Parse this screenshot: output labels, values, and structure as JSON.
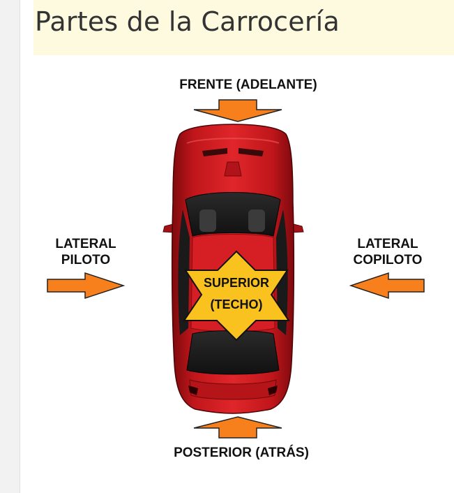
{
  "header": {
    "title": "Partes de la Carrocería"
  },
  "diagram": {
    "front_label": "FRENTE (ADELANTE)",
    "rear_label": "POSTERIOR (ATRÁS)",
    "left_label_line1": "LATERAL",
    "left_label_line2": "PILOTO",
    "right_label_line1": "LATERAL",
    "right_label_line2": "COPILOTO",
    "top_label_line1": "SUPERIOR",
    "top_label_line2": "(TECHO)"
  },
  "colors": {
    "arrow": "#f7801c",
    "car_body": "#c8161c",
    "star": "#f9c21f",
    "header_background": "#fdfadf"
  }
}
